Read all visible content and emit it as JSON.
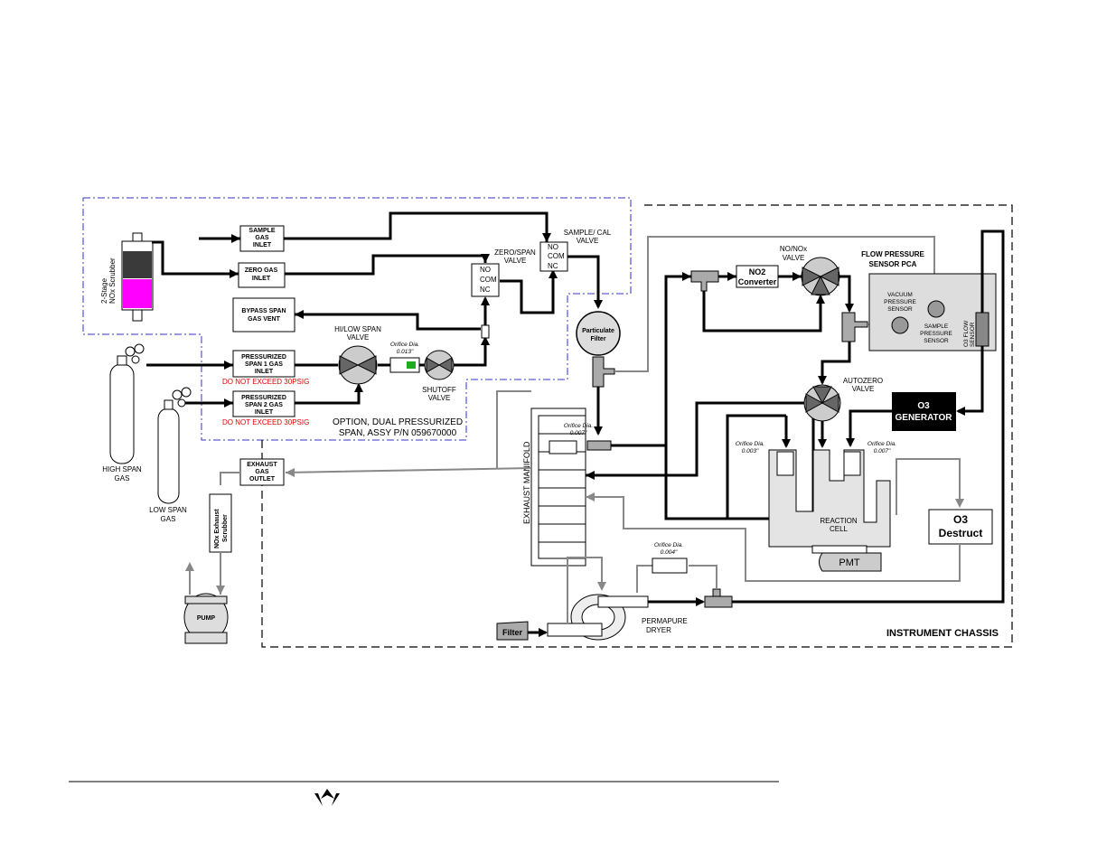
{
  "colors": {
    "accent_magenta": "#ff00ff",
    "warning_red": "#e00000",
    "line_black": "#000000",
    "line_gray": "#888888",
    "generator_fill": "#000000"
  },
  "icons": [
    "teledyne-logo-icon",
    "gas-cylinder-icon",
    "valve-icon",
    "pump-icon"
  ],
  "inlets": {
    "sample_1": "SAMPLE",
    "sample_2": "GAS",
    "sample_3": "INLET",
    "zero_1": "ZERO GAS",
    "zero_2": "INLET",
    "bypass_1": "BYPASS SPAN",
    "bypass_2": "GAS VENT",
    "span1_1": "PRESSURIZED",
    "span1_2": "SPAN 1 GAS",
    "span1_3": "INLET",
    "span2_1": "PRESSURIZED",
    "span2_2": "SPAN 2 GAS",
    "span2_3": "INLET",
    "exhaust_1": "EXHAUST",
    "exhaust_2": "GAS",
    "exhaust_3": "OUTLET",
    "warning": "DO NOT EXCEED 30PSIG"
  },
  "scrubber": {
    "line1": "2-Stage",
    "line2": "NOx Scrubber"
  },
  "cylinders": {
    "high_1": "HIGH SPAN",
    "high_2": "GAS",
    "low_1": "LOW SPAN",
    "low_2": "GAS"
  },
  "exhaust_scrubber": {
    "line1": "NOx Exhaust",
    "line2": "Scrubber"
  },
  "pump": "PUMP",
  "valves": {
    "hilow_1": "HI/LOW SPAN",
    "hilow_2": "VALVE",
    "shutoff_1": "SHUTOFF",
    "shutoff_2": "VALVE",
    "zerospan_1": "ZERO/SPAN",
    "zerospan_2": "VALVE",
    "samplecal_1": "SAMPLE/ CAL",
    "samplecal_2": "VALVE",
    "nonox_1": "NO/NOx",
    "nonox_2": "VALVE",
    "autozero_1": "AUTOZERO",
    "autozero_2": "VALVE",
    "no": "NO",
    "com": "COM",
    "nc": "NC"
  },
  "orifices": {
    "label": "Orifice Dia.",
    "o1": "0.013\"",
    "o2": "0.007\"",
    "o3": "0.003\"",
    "o4": "0.007\"",
    "o5": "0.004\""
  },
  "option_1": "OPTION, DUAL PRESSURIZED",
  "option_2": "SPAN, ASSY P/N 059670000",
  "filter_1": "Particulate",
  "filter_2": "Filter",
  "no2_conv_1": "NO2",
  "no2_conv_2": "Converter",
  "flow_pca_1": "FLOW PRESSURE",
  "flow_pca_2": "SENSOR PCA",
  "vacuum_1": "VACUUM",
  "vacuum_2": "PRESSURE",
  "vacuum_3": "SENSOR",
  "sample_sensor_1": "SAMPLE",
  "sample_sensor_2": "PRESSURE",
  "sample_sensor_3": "SENSOR",
  "o2flow_1": "O3 FLOW",
  "o2flow_2": "SENSOR",
  "o3gen_1": "O3",
  "o3gen_2": "GENERATOR",
  "exhaust_manifold": "EXHAUST MANIFOLD",
  "reaction_1": "REACTION",
  "reaction_2": "CELL",
  "pmt": "PMT",
  "o3destruct_1": "O3",
  "o3destruct_2": "Destruct",
  "permapure_1": "PERMAPURE",
  "permapure_2": "DRYER",
  "filter_small": "Filter",
  "chassis": "INSTRUMENT CHASSIS"
}
